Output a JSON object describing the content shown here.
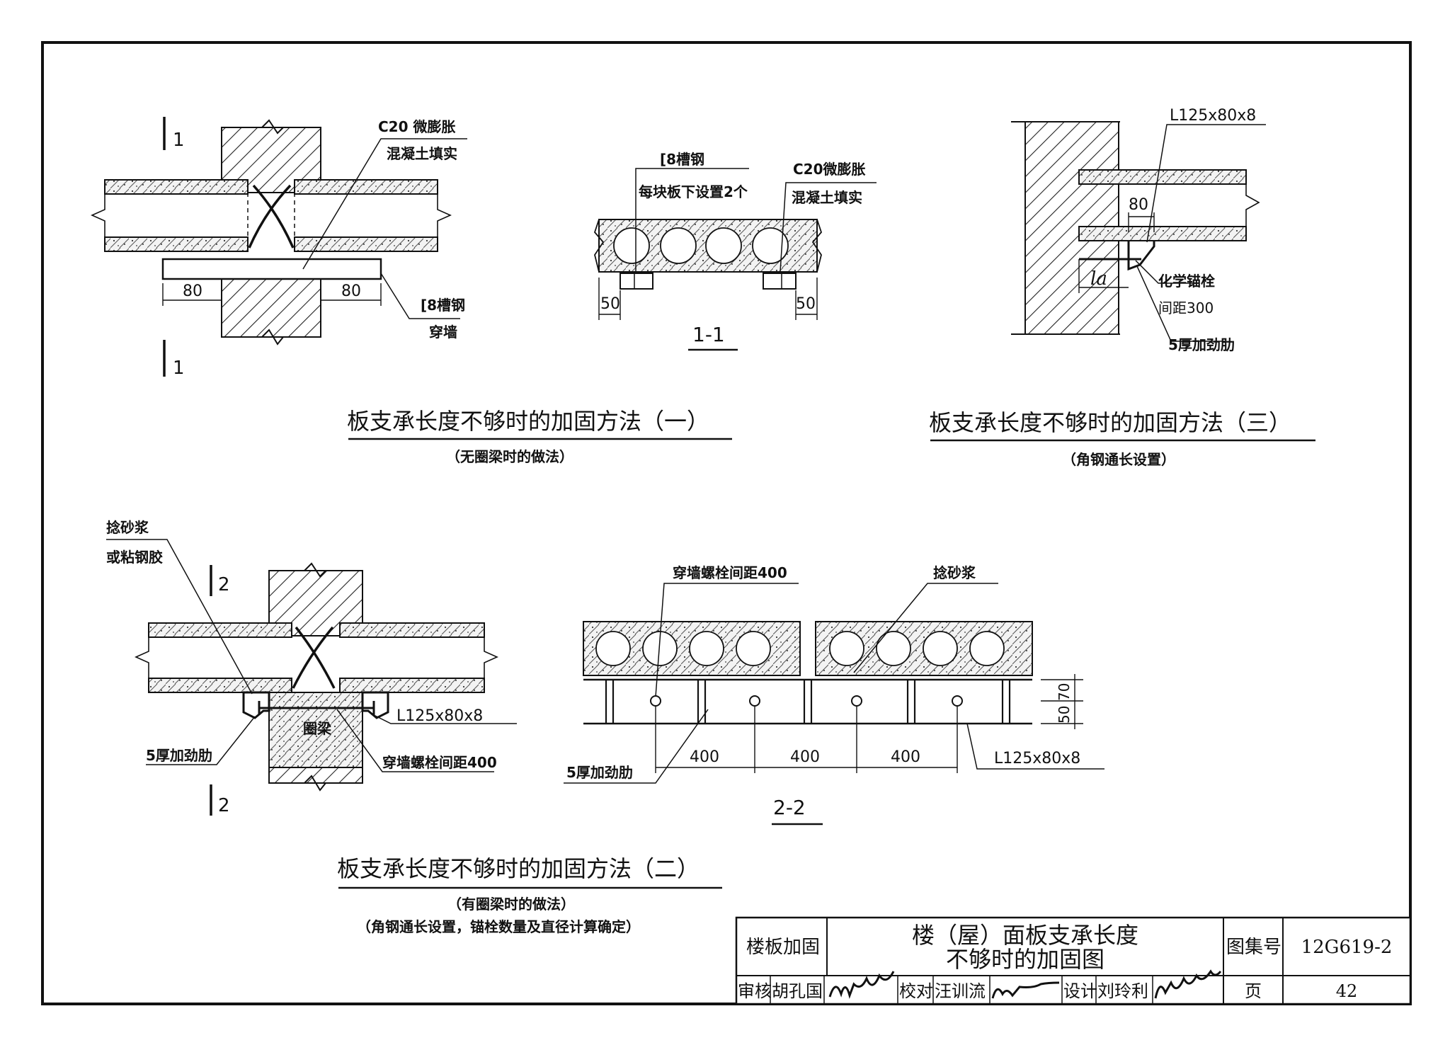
{
  "drawings": {
    "d1": {
      "sec_mark": "1",
      "fill_note_l1": "C20 微膨胀",
      "fill_note_l2": "混凝土填实",
      "dim_left": "80",
      "dim_right": "80",
      "channel_l1": "[8槽钢",
      "channel_l2": "穿墙"
    },
    "d11": {
      "channel_l1": "[8槽钢",
      "channel_l2": "每块板下设置2个",
      "fill_note_l1": "C20微膨胀",
      "fill_note_l2": "混凝土填实",
      "dim_left": "50",
      "dim_right": "50",
      "section_label": "1-1"
    },
    "d3": {
      "angle": "L125x80x8",
      "dim": "80",
      "la": "la",
      "anchor_l1": "化学锚栓",
      "anchor_l2": "间距300",
      "stiffener": "5厚加劲肋"
    },
    "d2": {
      "mortar_l1": "捻砂浆",
      "mortar_l2": "或粘钢胶",
      "sec_mark": "2",
      "angle": "L125x80x8",
      "ring_beam": "圈梁",
      "stiffener": "5厚加劲肋",
      "bolt": "穿墙螺栓间距400"
    },
    "d22": {
      "bolt": "穿墙螺栓间距400",
      "mortar": "捻砂浆",
      "dim_a": "50",
      "dim_b": "70",
      "spacing": [
        "400",
        "400",
        "400"
      ],
      "stiffener": "5厚加劲肋",
      "angle": "L125x80x8",
      "section_label": "2-2"
    }
  },
  "captions": {
    "method1": "板支承长度不够时的加固方法（一）",
    "method1_sub": "（无圈梁时的做法）",
    "method3": "板支承长度不够时的加固方法（三）",
    "method3_sub": "（角钢通长设置）",
    "method2": "板支承长度不够时的加固方法（二）",
    "method2_sub1": "（有圈梁时的做法）",
    "method2_sub2": "（角钢通长设置，锚栓数量及直径计算确定）"
  },
  "title_block": {
    "category": "楼板加固",
    "title_l1": "楼（屋）面板支承长度",
    "title_l2": "不够时的加固图",
    "atlas_label": "图集号",
    "atlas_no": "12G619-2",
    "review_label": "审核",
    "reviewer": "胡孔国",
    "check_label": "校对",
    "checker": "汪训流",
    "design_label": "设计",
    "designer": "刘玲利",
    "page_label": "页",
    "page_no": "42"
  },
  "colors": {
    "ink": "#111111",
    "paper": "#ffffff"
  }
}
